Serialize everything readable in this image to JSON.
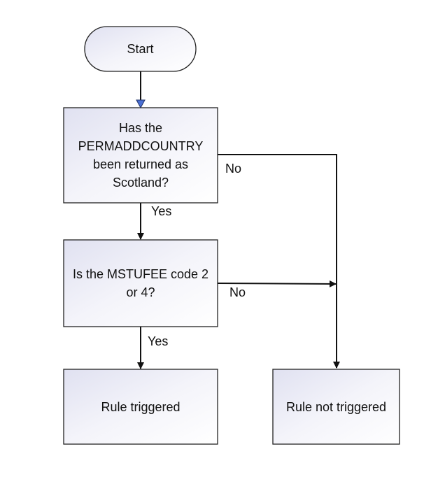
{
  "nodes": {
    "start": {
      "label": "Start"
    },
    "q1": {
      "lines": [
        "Has the",
        "PERMADDCOUNTRY",
        "been returned as",
        "Scotland?"
      ]
    },
    "q2": {
      "lines": [
        "Is the MSTUFEE code 2",
        "or 4?"
      ]
    },
    "triggered": {
      "label": "Rule triggered"
    },
    "not_triggered": {
      "label": "Rule not triggered"
    }
  },
  "edges": {
    "q1_no": "No",
    "q1_yes": "Yes",
    "q2_no": "No",
    "q2_yes": "Yes"
  },
  "colors": {
    "stroke": "#222222",
    "fill_light": "#f8f8fc",
    "fill_gradient": "#e2e3f2",
    "arrow_start": "#4a6fd4"
  }
}
